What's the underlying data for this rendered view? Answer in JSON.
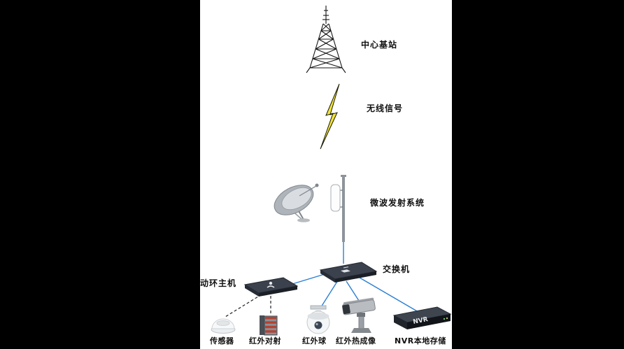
{
  "diagram": {
    "labels": {
      "base_station": "中心基站",
      "wireless_signal": "无线信号",
      "microwave_system": "微波发射系统",
      "switch": "交换机",
      "env_host": "动环主机",
      "sensor": "传感器",
      "ir_beam": "红外对射",
      "ir_dome": "红外球",
      "ir_thermal": "红外热成像",
      "nvr_storage": "NVR本地存储"
    },
    "device_text": {
      "nvr_front": "NVR"
    },
    "colors": {
      "link_blue": "#2a7fd4",
      "lightning_yellow": "#f2e33d",
      "canvas_bg": "#ffffff",
      "sidebar_black": "#000000"
    }
  }
}
